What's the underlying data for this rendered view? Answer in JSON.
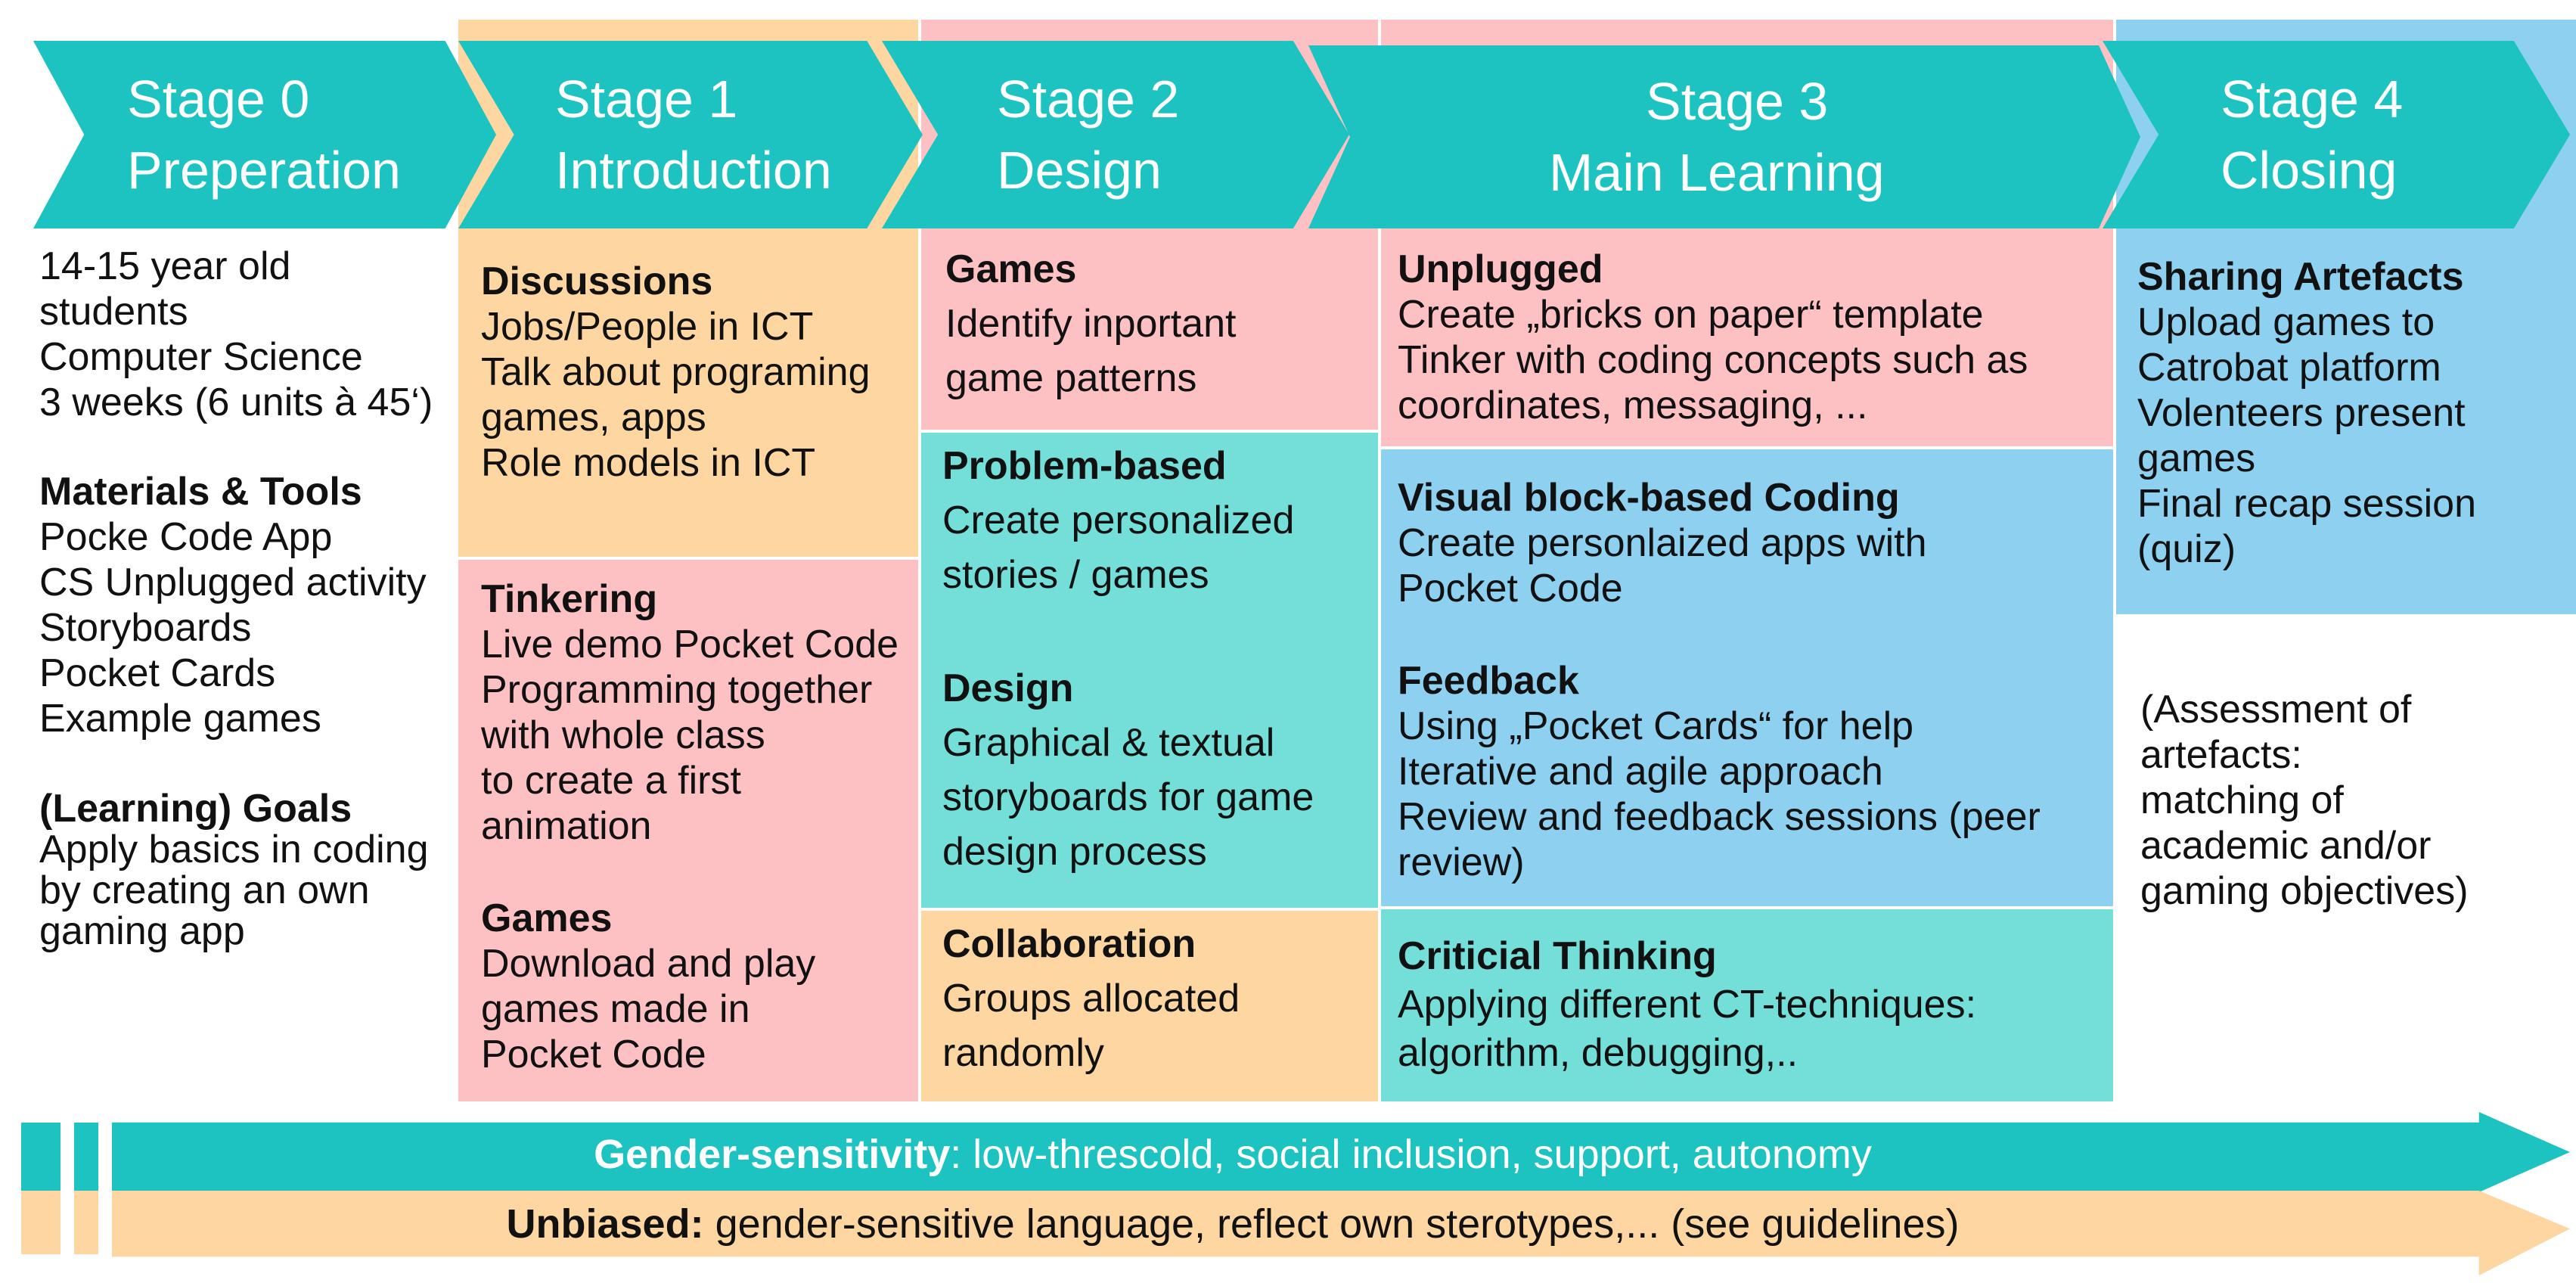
{
  "colors": {
    "teal": "#1cc3c0",
    "light_teal": "#74dfd8",
    "orange": "#fdd6a1",
    "pink": "#fdc1c4",
    "blue": "#8dd0f0"
  },
  "stages": [
    {
      "number": "Stage 0",
      "name": "Preperation"
    },
    {
      "number": "Stage 1",
      "name": "Introduction"
    },
    {
      "number": "Stage 2",
      "name": "Design"
    },
    {
      "number": "Stage 3",
      "name": "Main Learning"
    },
    {
      "number": "Stage 4",
      "name": "Closing"
    }
  ],
  "stage0": {
    "intro": [
      "14-15 year old",
      "students",
      "Computer Science",
      "3 weeks (6 units à 45‘)"
    ],
    "materials_heading": "Materials & Tools",
    "materials": [
      "Pocke Code App",
      "CS Unplugged activity",
      "Storyboards",
      "Pocket Cards",
      "Example games"
    ],
    "goals_heading": "(Learning) Goals",
    "goals": [
      "Apply basics in coding",
      "by creating an own",
      "gaming app"
    ]
  },
  "stage1": {
    "discussions": {
      "heading": "Discussions",
      "lines": [
        "Jobs/People in ICT",
        "Talk about programing",
        "games, apps",
        "Role models in ICT"
      ]
    },
    "tinkering": {
      "heading": "Tinkering",
      "lines": [
        "Live demo Pocket Code",
        "Programming together",
        "with whole class",
        "to create a first",
        "animation"
      ]
    },
    "games": {
      "heading": "Games",
      "lines": [
        "Download and play",
        "games made in",
        "Pocket Code"
      ]
    }
  },
  "stage2": {
    "games": {
      "heading": "Games",
      "lines": [
        "Identify inportant",
        "game patterns"
      ]
    },
    "problem": {
      "heading": "Problem-based",
      "lines": [
        "Create personalized",
        "stories / games"
      ]
    },
    "design": {
      "heading": "Design",
      "lines": [
        "Graphical & textual",
        "storyboards for game",
        "design process"
      ]
    },
    "collaboration": {
      "heading": "Collaboration",
      "lines": [
        "Groups allocated",
        "randomly"
      ]
    }
  },
  "stage3": {
    "unplugged": {
      "heading": "Unplugged",
      "lines": [
        "Create „bricks on paper“ template",
        "Tinker with coding concepts such as",
        "coordinates, messaging, ..."
      ]
    },
    "visual": {
      "heading": "Visual block-based Coding",
      "lines": [
        "Create personlaized apps with",
        "Pocket Code"
      ]
    },
    "feedback": {
      "heading": "Feedback",
      "lines": [
        "Using „Pocket Cards“ for help",
        "Iterative and agile approach",
        "Review and feedback sessions (peer",
        "review)"
      ]
    },
    "critical": {
      "heading": "Criticial Thinking",
      "lines": [
        "Applying different CT-techniques:",
        "algorithm, debugging,.."
      ]
    }
  },
  "stage4": {
    "sharing": {
      "heading": "Sharing Artefacts",
      "lines": [
        "Upload games to",
        "Catrobat platform",
        "Volenteers present",
        "games",
        "Final recap session",
        "(quiz)"
      ]
    },
    "assessment": [
      "(Assessment of",
      "artefacts:",
      "matching of",
      "academic and/or",
      "gaming objectives)"
    ]
  },
  "bottom": {
    "gender_bold": "Gender-sensitivity",
    "gender_rest": ": low-threscold, social inclusion, support, autonomy",
    "unbiased_bold": "Unbiased:",
    "unbiased_rest": " gender-sensitive language, reflect own sterotypes,... (see guidelines)"
  }
}
